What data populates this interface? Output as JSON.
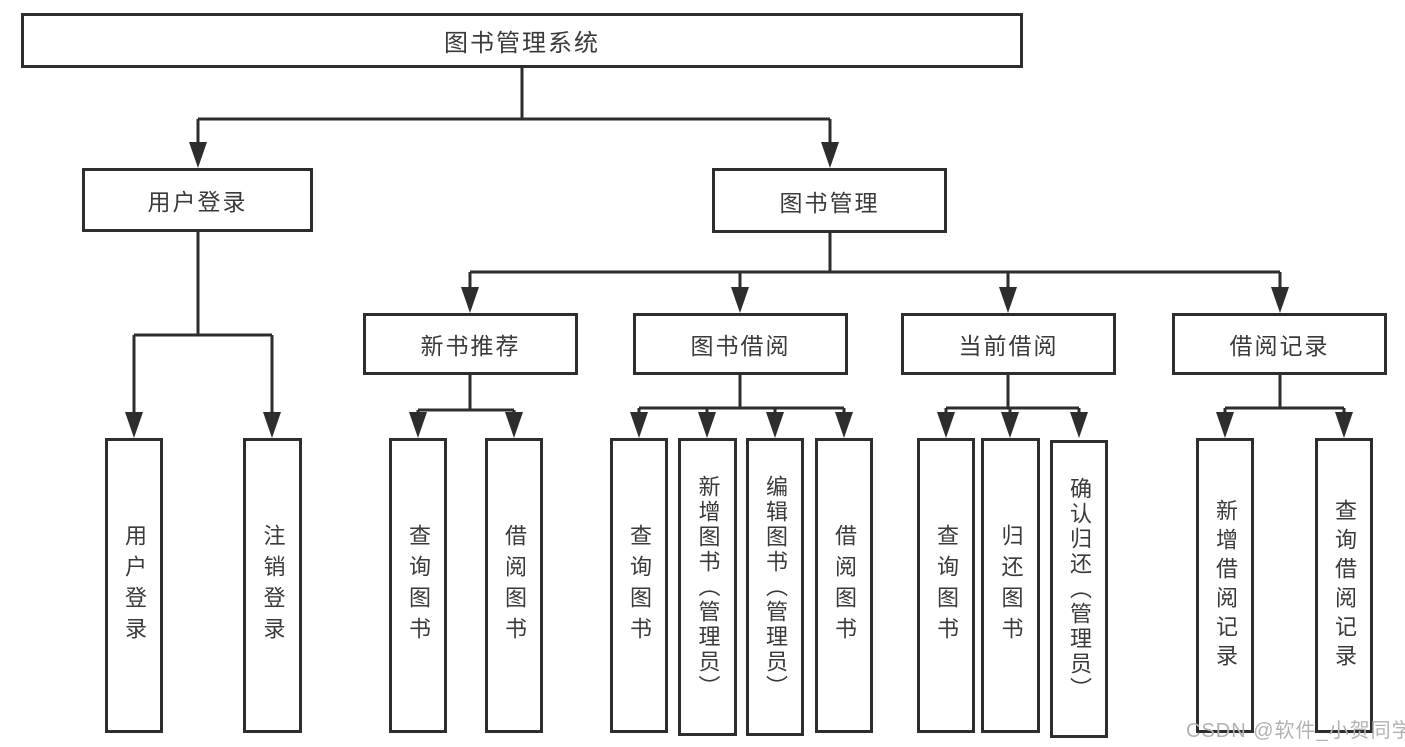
{
  "diagram": {
    "title": "图书管理系统",
    "level2": {
      "user_login": "用户登录",
      "book_management": "图书管理"
    },
    "level3": {
      "new_book_recommend": "新书推荐",
      "book_borrow": "图书借阅",
      "current_borrow": "当前借阅",
      "borrow_records": "借阅记录"
    },
    "leaves": {
      "user_login": "用户登录",
      "logout": "注销登录",
      "nb_query_books": "查询图书",
      "nb_borrow_books": "借阅图书",
      "bb_query_books": "查询图书",
      "bb_add_books": "新增图书（管理员）",
      "bb_edit_books": "编辑图书（管理员）",
      "bb_borrow_books": "借阅图书",
      "cb_query_books": "查询图书",
      "cb_return_books": "归还图书",
      "cb_confirm_return": "确认归还（管理员）",
      "br_add_record": "新增借阅记录",
      "br_query_record": "查询借阅记录"
    },
    "watermark": "CSDN @软件_小贺同学",
    "colors": {
      "line": "#2d2d2d",
      "text": "#3a3a3a",
      "watermark": "#b2b2b6",
      "background": "#ffffff"
    }
  }
}
